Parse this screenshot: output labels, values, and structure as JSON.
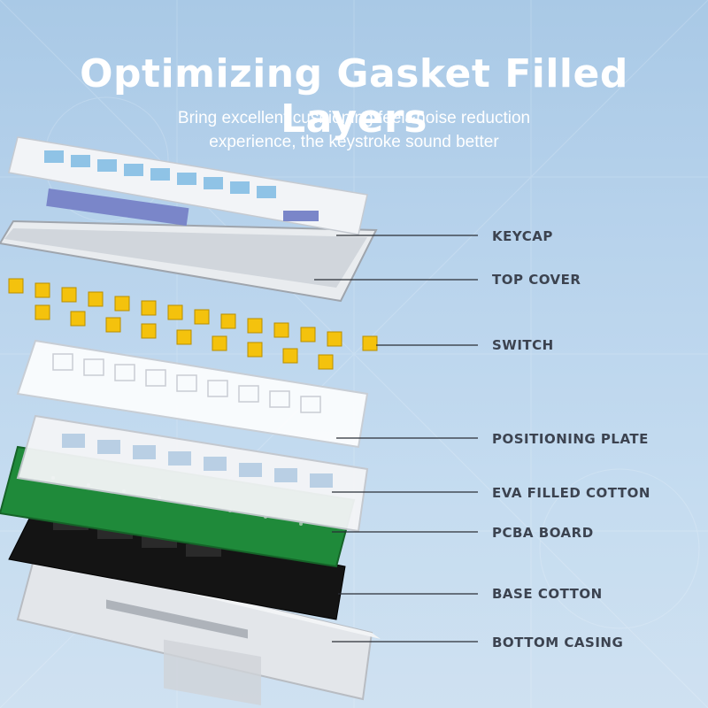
{
  "header": {
    "title": "Optimizing Gasket Filled Layers",
    "subtitle_line1": "Bring excellent cushioning feel&noise reduction",
    "subtitle_line2": "experience, the keystroke sound better"
  },
  "layers": [
    {
      "label": "KEYCAP"
    },
    {
      "label": "TOP COVER"
    },
    {
      "label": "SWITCH"
    },
    {
      "label": "POSITIONING PLATE"
    },
    {
      "label": "EVA FILLED COTTON"
    },
    {
      "label": "PCBA BOARD"
    },
    {
      "label": "BASE COTTON"
    },
    {
      "label": "BOTTOM CASING"
    }
  ],
  "colors": {
    "background": "#b8d3ec",
    "title": "#ffffff",
    "label": "#3c4350",
    "keycap_blue": "#8fc3e6",
    "keycap_white": "#f2f4f7",
    "keycap_purple": "#7a86c9",
    "switch_yellow": "#f4c20d",
    "pcb_green": "#1f8a3a",
    "cotton_black": "#111111",
    "casing_gray": "#d9dde2"
  }
}
